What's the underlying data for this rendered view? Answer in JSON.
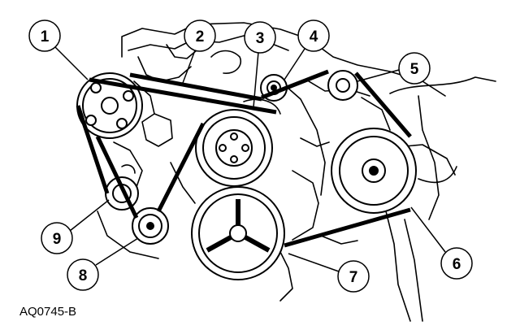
{
  "figure_code": "AQ0745-B",
  "callouts": [
    {
      "number": "1"
    },
    {
      "number": "2"
    },
    {
      "number": "3"
    },
    {
      "number": "4"
    },
    {
      "number": "5"
    },
    {
      "number": "6"
    },
    {
      "number": "7"
    },
    {
      "number": "8"
    },
    {
      "number": "9"
    }
  ],
  "colors": {
    "ink": "#000000",
    "paper": "#ffffff"
  }
}
